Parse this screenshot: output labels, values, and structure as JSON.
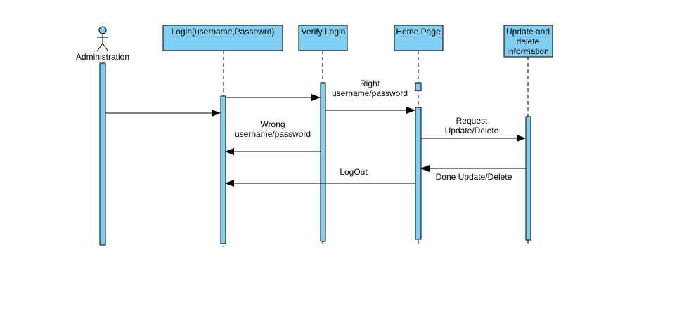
{
  "diagram": {
    "type": "sequence",
    "colors": {
      "fill": "#7fcff5",
      "stroke": "#000000",
      "background": "#ffffff"
    },
    "actor": {
      "label": "Administration",
      "icon": "stick-figure-icon"
    },
    "lifelines": [
      {
        "id": "login",
        "label_lines": [
          "Login(username,Passowrd)"
        ]
      },
      {
        "id": "verify",
        "label_lines": [
          "Verify Login"
        ]
      },
      {
        "id": "home",
        "label_lines": [
          "Home Page"
        ]
      },
      {
        "id": "update",
        "label_lines": [
          "Update and",
          "delete",
          "information"
        ]
      }
    ],
    "messages": [
      {
        "id": "admin-to-login",
        "from": "administration",
        "to": "login",
        "label_lines": []
      },
      {
        "id": "login-to-verify",
        "from": "login",
        "to": "verify",
        "label_lines": []
      },
      {
        "id": "right-credentials",
        "from": "verify",
        "to": "home",
        "label_lines": [
          "Right",
          "username/password"
        ]
      },
      {
        "id": "request-update",
        "from": "home",
        "to": "update",
        "label_lines": [
          "Request",
          "Update/Delete"
        ]
      },
      {
        "id": "wrong-credentials",
        "from": "verify",
        "to": "login",
        "label_lines": [
          "Wrong",
          "username/password"
        ]
      },
      {
        "id": "done-update",
        "from": "update",
        "to": "home",
        "label_lines": [
          "Done Update/Delete"
        ]
      },
      {
        "id": "logout",
        "from": "home",
        "to": "login",
        "label_lines": [
          "LogOut"
        ]
      }
    ]
  }
}
